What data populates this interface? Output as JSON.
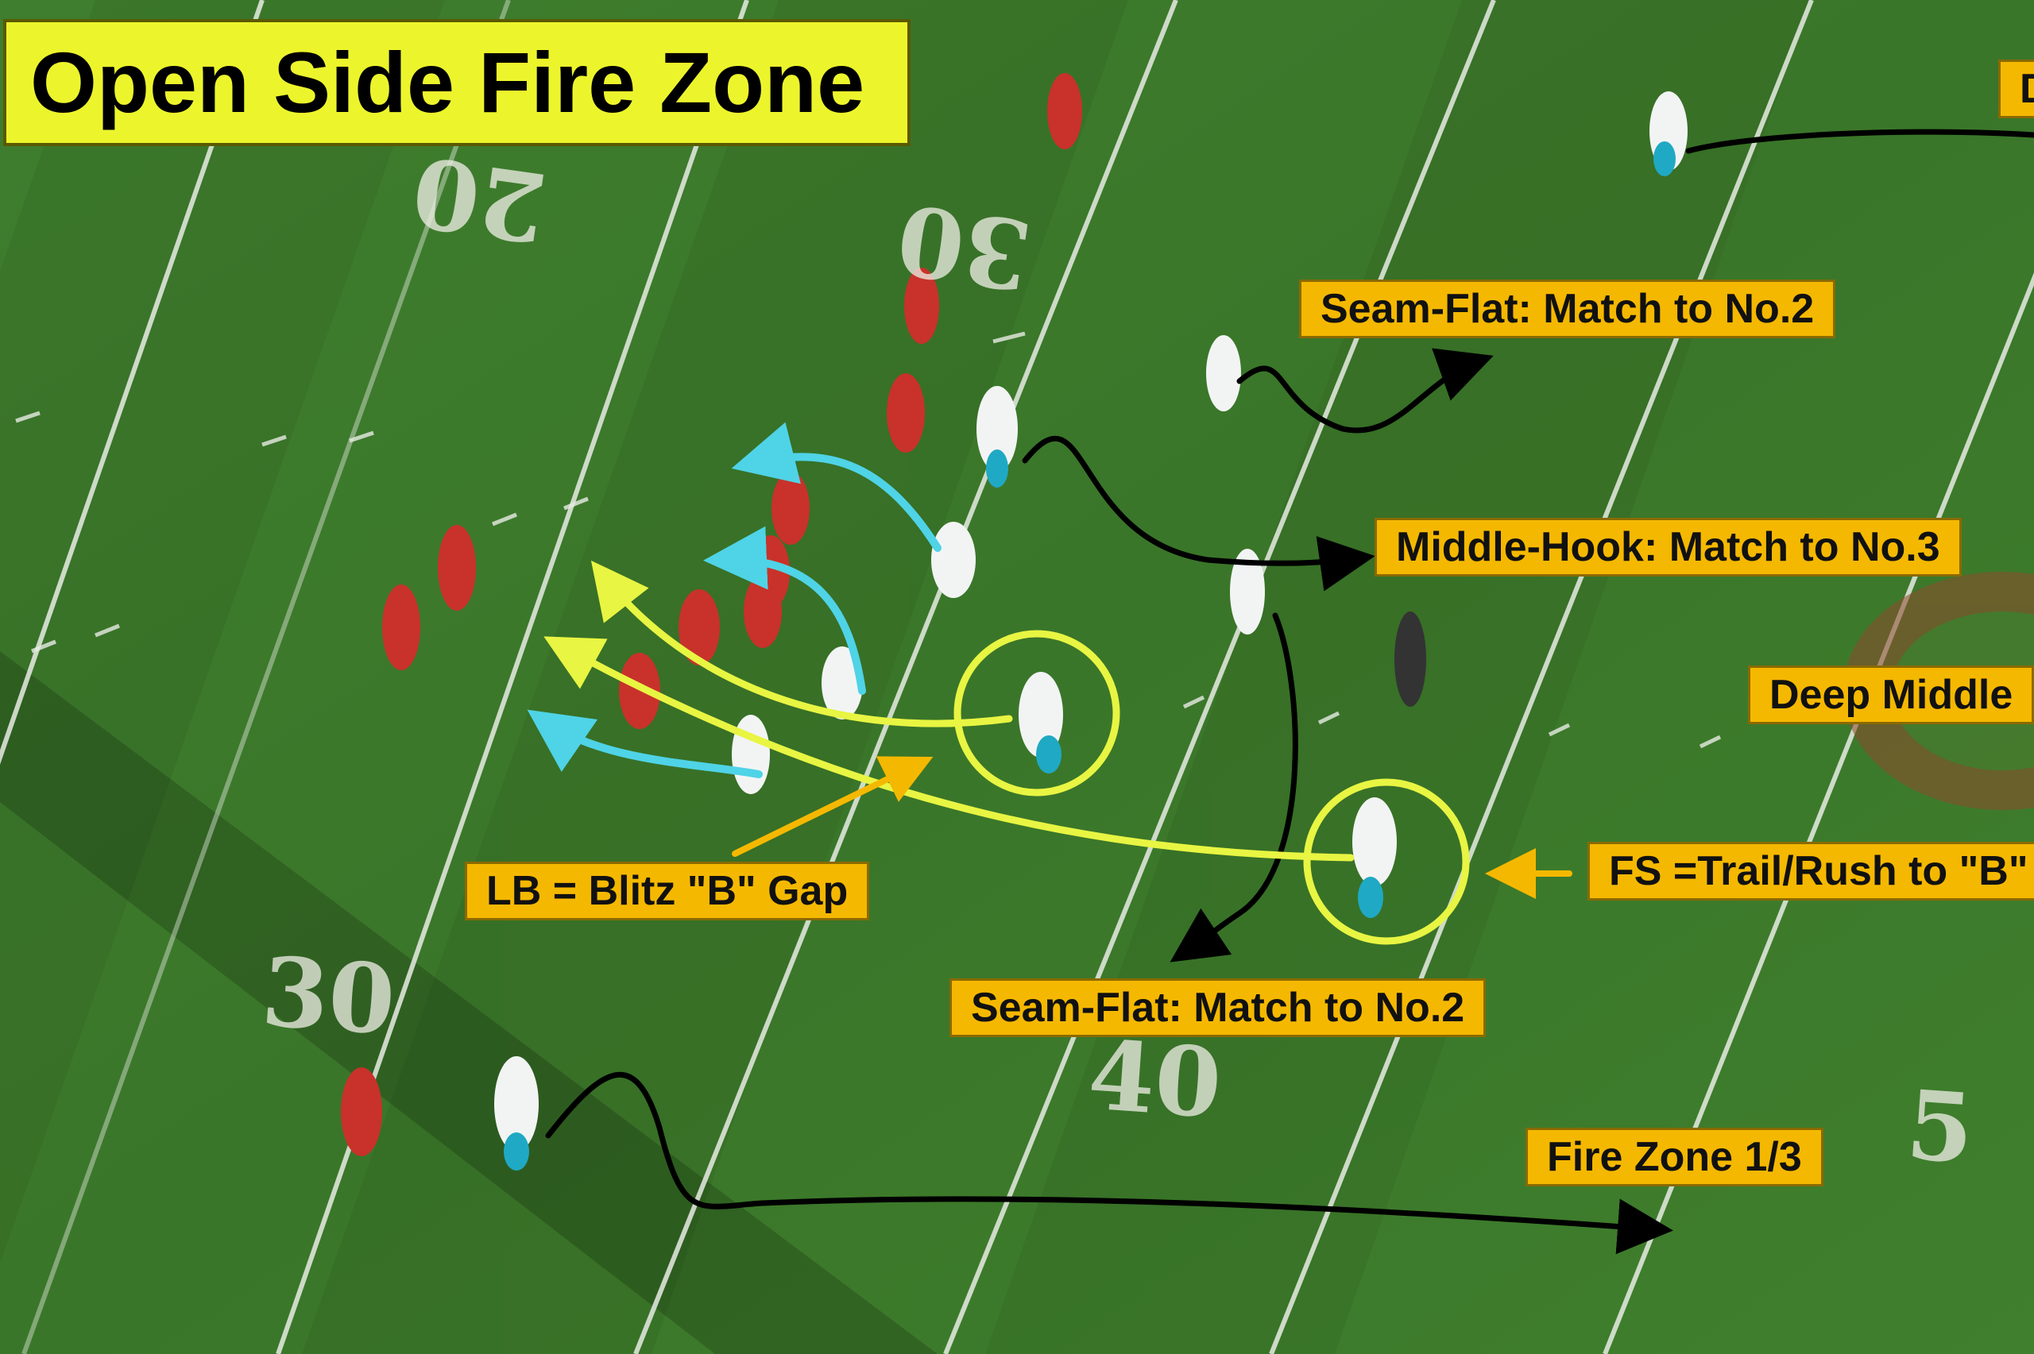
{
  "title": "Open Side Fire Zone",
  "labels": {
    "seam_flat_top": "Seam-Flat: Match to No.2",
    "middle_hook": "Middle-Hook: Match to No.3",
    "deep_middle": "Deep Middle",
    "lb_blitz": "LB = Blitz \"B\" Gap",
    "fs_trail": "FS =Trail/Rush to \"B\"",
    "seam_flat_bottom": "Seam-Flat: Match to No.2",
    "fire_zone": "Fire Zone 1/3",
    "top_right_cut": "D"
  },
  "yard_numbers": [
    "20",
    "30",
    "30",
    "40",
    "5"
  ],
  "colors": {
    "field": "#3d7a2c",
    "label_bg": "#f5b800",
    "title_bg": "#ecf52c",
    "blitz_path": "#e8f542",
    "rush_path": "#4fd3e6",
    "coverage_path": "#000000",
    "pointer": "#f5b800",
    "team_red": "#c8322a",
    "team_white": "#f2f4f4",
    "team_teal": "#1fa9c4"
  }
}
